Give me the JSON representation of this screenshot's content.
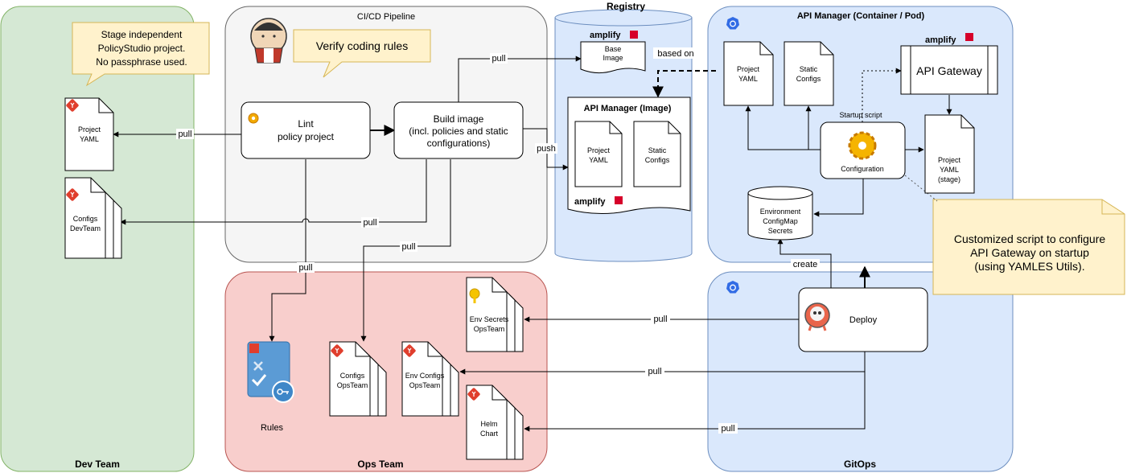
{
  "containers": {
    "dev_team": "Dev Team",
    "cicd": "CI/CD Pipeline",
    "registry": "Registry",
    "api_manager": "API Manager (Container / Pod)",
    "ops_team": "Ops Team",
    "gitops": "GitOps"
  },
  "notes": {
    "dev_note": [
      "Stage independent",
      "PolicyStudio project.",
      "No passphrase used."
    ],
    "jenkins_note": "Verify coding rules",
    "script_note": [
      "Customized script to configure",
      "API Gateway on startup",
      "(using YAMLES Utils)."
    ]
  },
  "cicd": {
    "lint": [
      "Lint",
      "policy project"
    ],
    "build": [
      "Build image",
      "(incl. policies and static",
      "configurations)"
    ]
  },
  "dev_docs": {
    "project_yaml": [
      "Project",
      "YAML"
    ],
    "configs_devteam": [
      "Configs",
      "DevTeam"
    ]
  },
  "registry": {
    "brand": "amplify",
    "base_image": [
      "Base",
      "Image"
    ],
    "api_image_title": "API Manager (Image)",
    "project_yaml": [
      "Project",
      "YAML"
    ],
    "static_configs": [
      "Static",
      "Configs"
    ]
  },
  "api_manager": {
    "brand": "amplify",
    "project_yaml": [
      "Project",
      "YAML"
    ],
    "static_configs": [
      "Static",
      "Configs"
    ],
    "api_gateway": "API Gateway",
    "startup_script": "Startup script",
    "configuration": "Configuration",
    "project_yaml_stage": [
      "Project",
      "YAML",
      "(stage)"
    ],
    "env_store": [
      "Environment",
      "ConfigMap",
      "Secrets"
    ]
  },
  "ops": {
    "rules": "Rules",
    "configs_opsteam": [
      "Configs",
      "OpsTeam"
    ],
    "env_configs_opsteam": [
      "Env Configs",
      "OpsTeam"
    ],
    "env_secrets_opsteam": [
      "Env Secrets",
      "OpsTeam"
    ],
    "helm_chart": [
      "Helm",
      "Chart"
    ]
  },
  "gitops": {
    "deploy": "Deploy"
  },
  "edges": {
    "pull": "pull",
    "push": "push",
    "based_on": "based on",
    "create": "create"
  },
  "colors": {
    "dev_fill": "#d5e8d4",
    "dev_stroke": "#82b366",
    "cicd_fill": "#f5f5f5",
    "cicd_stroke": "#666666",
    "registry_fill": "#dae8fc",
    "registry_stroke": "#6c8ebf",
    "ops_fill": "#f8cecc",
    "ops_stroke": "#b85450",
    "note_fill": "#fff2cc",
    "note_stroke": "#d6b656",
    "git_red": "#e03e2d",
    "amplify_red": "#d6002a"
  }
}
